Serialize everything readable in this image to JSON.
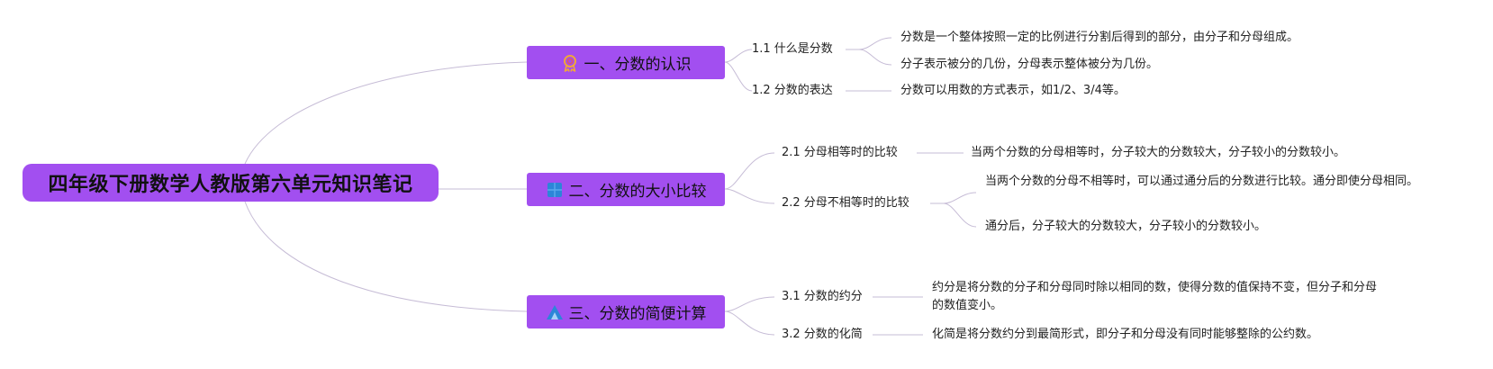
{
  "root": {
    "label": "四年级下册数学人教版第六单元知识笔记"
  },
  "colors": {
    "node_fill": "#a24ff0",
    "edge": "#c6bcd6"
  },
  "branches": [
    {
      "label": "一、分数的认识",
      "icon": "ribbon-badge-icon",
      "subs": [
        {
          "label": "1.1 什么是分数",
          "leaves": [
            "分数是一个整体按照一定的比例进行分割后得到的部分，由分子和分母组成。",
            "分子表示被分的几份，分母表示整体被分为几份。"
          ]
        },
        {
          "label": "1.2 分数的表达",
          "leaves": [
            "分数可以用数的方式表示，如1/2、3/4等。"
          ]
        }
      ]
    },
    {
      "label": "二、分数的大小比较",
      "icon": "grid-square-icon",
      "subs": [
        {
          "label": "2.1 分母相等时的比较",
          "leaves": [
            "当两个分数的分母相等时，分子较大的分数较大，分子较小的分数较小。"
          ]
        },
        {
          "label": "2.2 分母不相等时的比较",
          "leaves": [
            "当两个分数的分母不相等时，可以通过通分后的分数进行比较。通分即使分母相同。",
            "通分后，分子较大的分数较大，分子较小的分数较小。"
          ]
        }
      ]
    },
    {
      "label": "三、分数的简便计算",
      "icon": "mountain-peak-icon",
      "subs": [
        {
          "label": "3.1 分数的约分",
          "leaves": [
            "约分是将分数的分子和分母同时除以相同的数，使得分数的值保持不变，但分子和分母的数值变小。"
          ]
        },
        {
          "label": "3.2 分数的化简",
          "leaves": [
            "化简是将分数约分到最简形式，即分子和分母没有同时能够整除的公约数。"
          ]
        }
      ]
    }
  ]
}
